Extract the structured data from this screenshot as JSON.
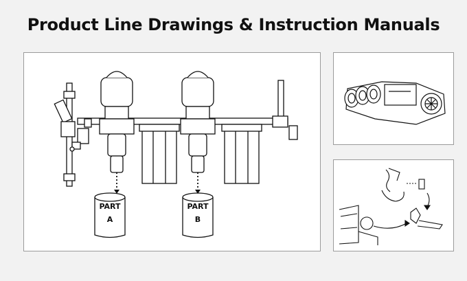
{
  "page": {
    "title": "Product Line Drawings & Instruction Manuals"
  },
  "main_drawing": {
    "part_a": {
      "line1": "PART",
      "line2": "A"
    },
    "part_b": {
      "line1": "PART",
      "line2": "B"
    }
  },
  "thumbnails": [
    {
      "subject": "vehicle-unit-drawing"
    },
    {
      "subject": "installation-steps-drawing"
    }
  ]
}
